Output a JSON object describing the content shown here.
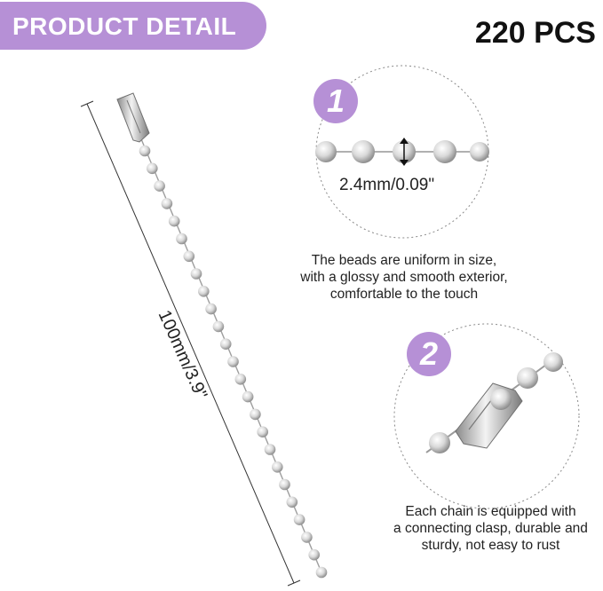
{
  "header": {
    "banner_label": "PRODUCT DETAIL",
    "quantity_label": "220 PCS",
    "accent_color": "#b690d6"
  },
  "main_chain": {
    "length_label": "100mm/3.9\""
  },
  "detail_1": {
    "badge": "1",
    "size_label": "2.4mm/0.09\"",
    "description_lines": [
      "The beads are uniform in size,",
      "with a glossy and smooth exterior,",
      "comfortable to the touch"
    ]
  },
  "detail_2": {
    "badge": "2",
    "description_lines": [
      "Each chain is equipped with",
      "a connecting clasp, durable and",
      "sturdy, not easy to rust"
    ]
  },
  "icons": [
    "ball-chain-image",
    "connector-clasp-image",
    "dimension-arrow-icon"
  ]
}
